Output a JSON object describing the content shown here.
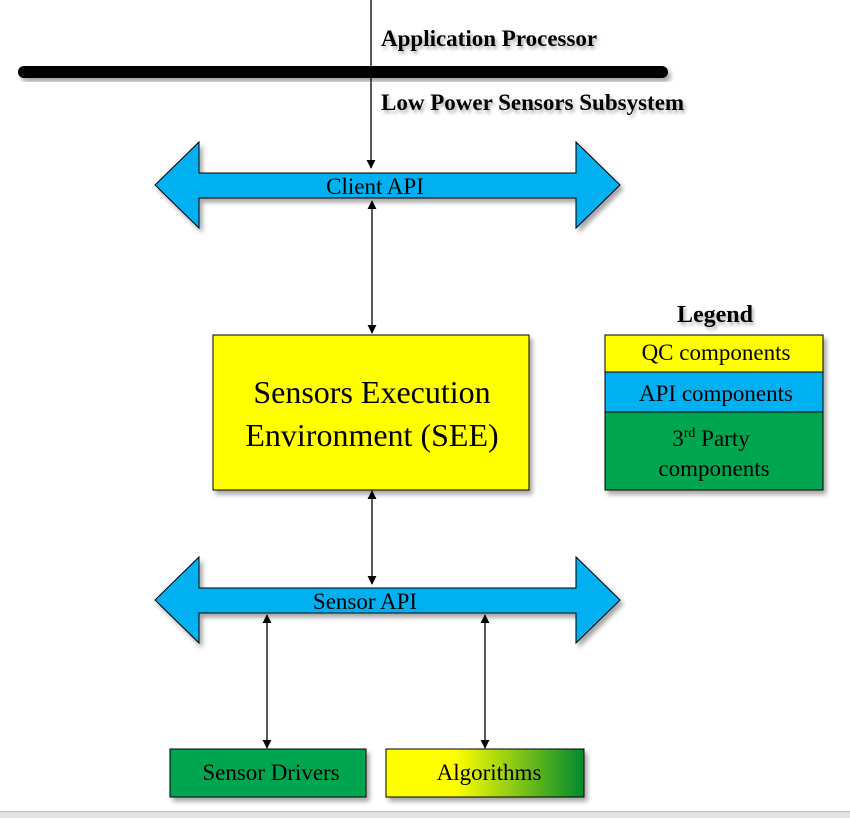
{
  "labels": {
    "application_processor": "Application Processor",
    "low_power_subsystem": "Low Power Sensors Subsystem"
  },
  "apis": {
    "client_api": "Client API",
    "sensor_api": "Sensor API"
  },
  "see": {
    "line1": "Sensors Execution",
    "line2": "Environment (SEE)"
  },
  "components": {
    "sensor_drivers": "Sensor Drivers",
    "algorithms": "Algorithms"
  },
  "legend": {
    "title": "Legend",
    "qc": "QC components",
    "api": "API components",
    "third_num": "3",
    "third_sup": "rd",
    "third_rest": " Party",
    "third_line2": "components"
  },
  "colors": {
    "qc_yellow": "#ffff00",
    "api_blue": "#00b0f0",
    "third_green": "#00a650",
    "bus": "#000000"
  }
}
